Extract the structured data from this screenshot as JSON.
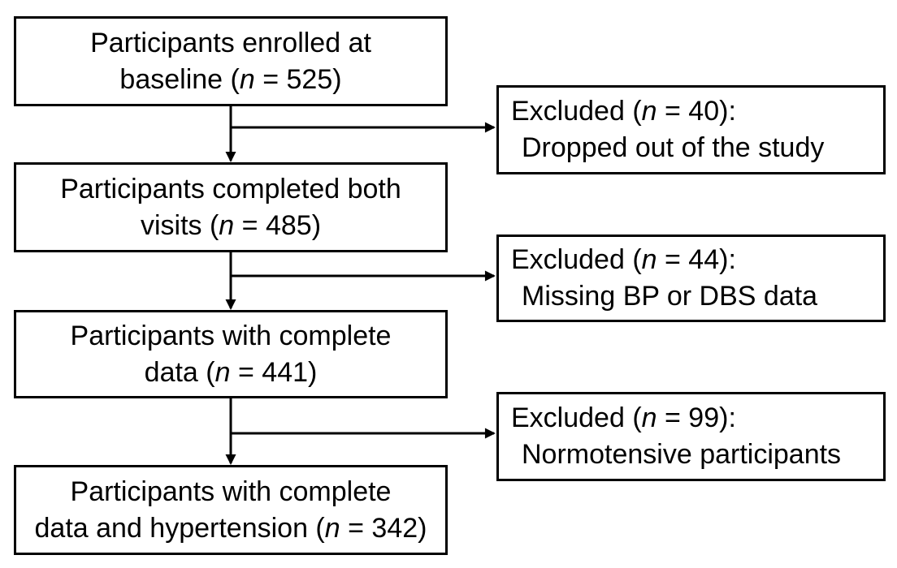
{
  "colors": {
    "background": "#ffffff",
    "box_border": "#000000",
    "text": "#000000",
    "arrow": "#000000"
  },
  "main_boxes": [
    {
      "l1": "Participants enrolled at",
      "l2a": "baseline (",
      "n": "n",
      "l2b": " = 525)"
    },
    {
      "l1": "Participants completed both",
      "l2a": "visits (",
      "n": "n",
      "l2b": " = 485)"
    },
    {
      "l1": "Participants with complete",
      "l2a": "data (",
      "n": "n",
      "l2b": " = 441)"
    },
    {
      "l1": "Participants with complete",
      "l2a": "data and hypertension (",
      "n": "n",
      "l2b": " = 342)"
    }
  ],
  "excluded_boxes": [
    {
      "l1a": "Excluded (",
      "n": "n",
      "l1b": " = 40):",
      "l2": "Dropped out of the study"
    },
    {
      "l1a": "Excluded (",
      "n": "n",
      "l1b": " = 44):",
      "l2": "Missing BP or DBS data"
    },
    {
      "l1a": "Excluded (",
      "n": "n",
      "l1b": " = 99):",
      "l2": "Normotensive participants"
    }
  ]
}
